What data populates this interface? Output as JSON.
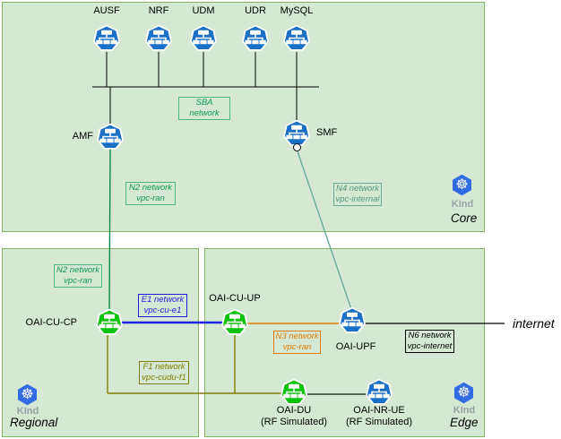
{
  "zones": {
    "core": {
      "name": "Core",
      "cluster": "KInd"
    },
    "regional": {
      "name": "Regional",
      "cluster": "KInd"
    },
    "edge": {
      "name": "Edge",
      "cluster": "KInd"
    }
  },
  "nodes": {
    "ausf": {
      "label": "AUSF"
    },
    "nrf": {
      "label": "NRF"
    },
    "udm": {
      "label": "UDM"
    },
    "udr": {
      "label": "UDR"
    },
    "mysql": {
      "label": "MySQL"
    },
    "amf": {
      "label": "AMF"
    },
    "smf": {
      "label": "SMF"
    },
    "oai_cu_cp": {
      "label": "OAI-CU-CP"
    },
    "oai_cu_up": {
      "label": "OAI-CU-UP"
    },
    "oai_upf": {
      "label": "OAI-UPF"
    },
    "oai_du": {
      "label": "OAI-DU",
      "sublabel": "(RF Simulated)"
    },
    "oai_nr_ue": {
      "label": "OAI-NR-UE",
      "sublabel": "(RF Simulated)"
    }
  },
  "networks": {
    "sba": {
      "label": "SBA network",
      "color": "#13994f"
    },
    "n2_core": {
      "name": "N2 network",
      "vpc": "vpc-ran",
      "color": "#13994f"
    },
    "n2_regional": {
      "name": "N2 network",
      "vpc": "vpc-ran",
      "color": "#13994f"
    },
    "n4": {
      "name": "N4 network",
      "vpc": "vpc-internal",
      "color": "#67ab9f"
    },
    "e1": {
      "name": "E1 network",
      "vpc": "vpc-cu-e1",
      "color": "#1f1fe0"
    },
    "f1": {
      "name": "F1 network",
      "vpc": "vpc-cudu-f1",
      "color": "#847c00"
    },
    "n3": {
      "name": "N3 network",
      "vpc": "vpc-ran",
      "color": "#e07b00"
    },
    "n6": {
      "name": "N6 network",
      "vpc": "vpc-internet",
      "color": "#000000"
    }
  },
  "external": {
    "internet_label": "internet"
  },
  "colors": {
    "zone_fill": "#d5e8d4",
    "zone_border": "#82b366",
    "node_blue": "#1a6fc7",
    "node_green": "#0cc20c",
    "kind_blue": "#326ce5",
    "kind_text": "#9aa0a6"
  }
}
